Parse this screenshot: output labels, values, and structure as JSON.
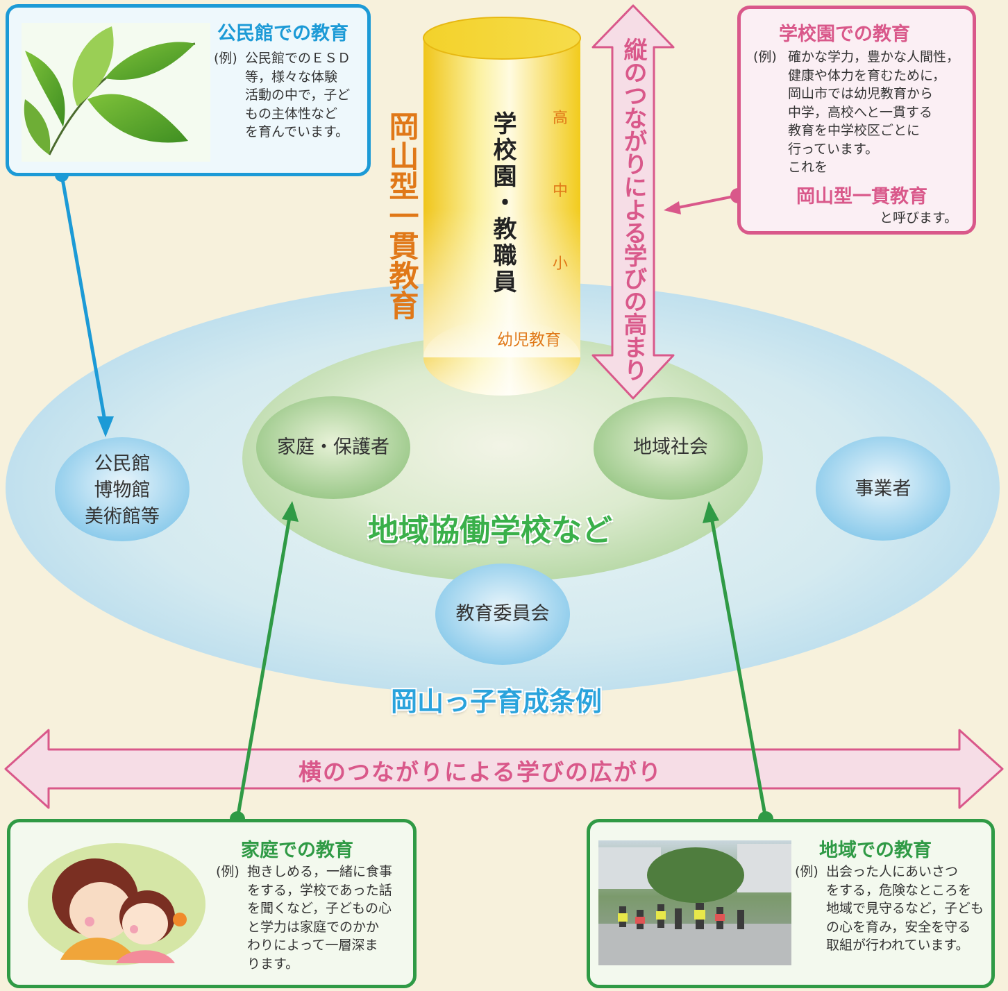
{
  "boxes": {
    "kominkan": {
      "title": "公民館での教育",
      "example_label": "(例)",
      "text": "公民館でのＥＳＤ\n等，様々な体験\n活動の中で，子ど\nもの主体性など\nを育んでいます。"
    },
    "gakkouen": {
      "title": "学校園での教育",
      "example_label": "(例)",
      "text": "確かな学力，豊かな人間性，\n健康や体力を育むために，\n岡山市では幼児教育から\n中学，高校へと一貫する\n教育を中学校区ごとに\n行っています。\nこれを",
      "highlight": "岡山型一貫教育",
      "closing": "と呼びます。"
    },
    "katei": {
      "title": "家庭での教育",
      "example_label": "(例)",
      "text": "抱きしめる，一緒に食事\nをする，学校であった話\nを聞くなど，子どもの心\nと学力は家庭でのかか\nわりによって一層深ま\nります。"
    },
    "chiiki": {
      "title": "地域での教育",
      "example_label": "(例)",
      "text": "出会った人にあいさつ\nをする，危険なところを\n地域で見守るなど，子ども\nの心を育み，安全を守る\n取組が行われています。"
    }
  },
  "pillar": {
    "label": "学校園・教職員",
    "levels": [
      "高",
      "中",
      "小",
      "幼児教育"
    ],
    "side_label": "岡山型一貫教育"
  },
  "vertical_arrow_label": "縦のつながりによる学びの高まり",
  "horizontal_arrow_label": "横のつながりによる学びの広がり",
  "inner_ellipse_label": "地域協働学校など",
  "outer_ellipse_label": "岡山っ子育成条例",
  "nodes": {
    "museum": "公民館\n博物館\n美術館等",
    "family": "家庭・保護者",
    "community": "地域社会",
    "business": "事業者",
    "board": "教育委員会"
  },
  "colors": {
    "background": "#f7f1dc",
    "blue": "#1c9ad6",
    "pink": "#d9588a",
    "green": "#2f9a45",
    "orange": "#e07818",
    "pillar": "#f4d21e"
  }
}
